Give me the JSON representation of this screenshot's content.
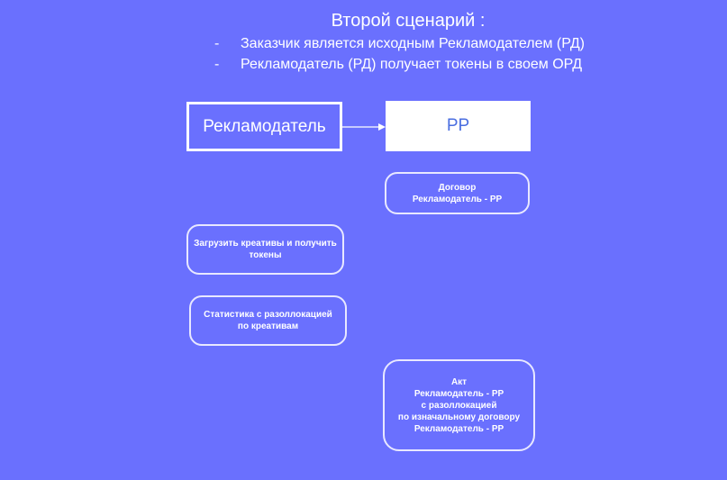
{
  "header": {
    "title": "Второй сценарий :",
    "bullets": [
      {
        "marker": "-",
        "text": "Заказчик является исходным Рекламодателем (РД)"
      },
      {
        "marker": "-",
        "text": "Рекламодатель (РД) получает токены в своем ОРД"
      }
    ]
  },
  "diagram": {
    "advertiser_box": "Рекламодатель",
    "rr_box": "РР",
    "contract_box": "Договор\nРекламодатель - РР",
    "upload_box": "Загрузить креативы и получить\nтокены",
    "stats_box": "Статистика с разоллокацией\nпо креативам",
    "act_box": "Акт\nРекламодатель - РР\nс разоллокацией\nпо изначальному договору\nРекламодатель - РР"
  },
  "colors": {
    "background": "#6a70fe",
    "rr_text": "#4a6ee0"
  }
}
